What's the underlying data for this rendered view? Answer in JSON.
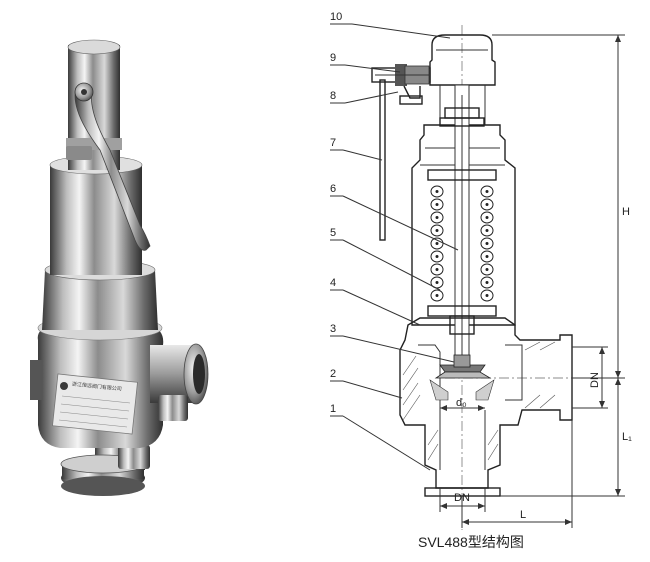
{
  "caption": "SVL488型结构图",
  "part_numbers": [
    "10",
    "9",
    "8",
    "7",
    "6",
    "5",
    "4",
    "3",
    "2",
    "1"
  ],
  "dimensions": {
    "H": "H",
    "DN_side": "DN",
    "L1": "L₁",
    "d0": "d₀",
    "DN_bottom": "DN",
    "L": "L"
  },
  "nameplate_text": "浙江恒远阀门有限公司"
}
